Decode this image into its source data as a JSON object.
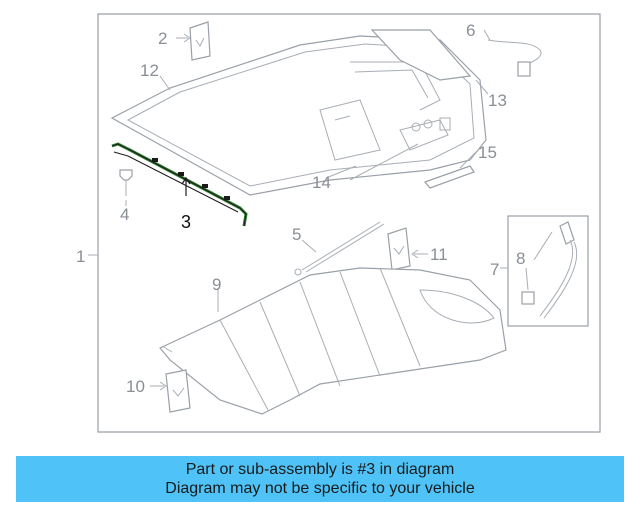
{
  "diagram": {
    "callouts": {
      "c1": "1",
      "c2": "2",
      "c3": "3",
      "c4": "4",
      "c5": "5",
      "c6": "6",
      "c7": "7",
      "c8": "8",
      "c9": "9",
      "c10": "10",
      "c11": "11",
      "c12": "12",
      "c13": "13",
      "c14": "14",
      "c15": "15"
    },
    "highlighted_part": "3",
    "colors": {
      "line": "#9aa0a8",
      "highlight": "#2e7d32",
      "banner": "#4fc3f7"
    }
  },
  "banner": {
    "line1": "Part or sub-assembly is #3 in diagram",
    "line2": "Diagram may not be specific to your vehicle"
  }
}
